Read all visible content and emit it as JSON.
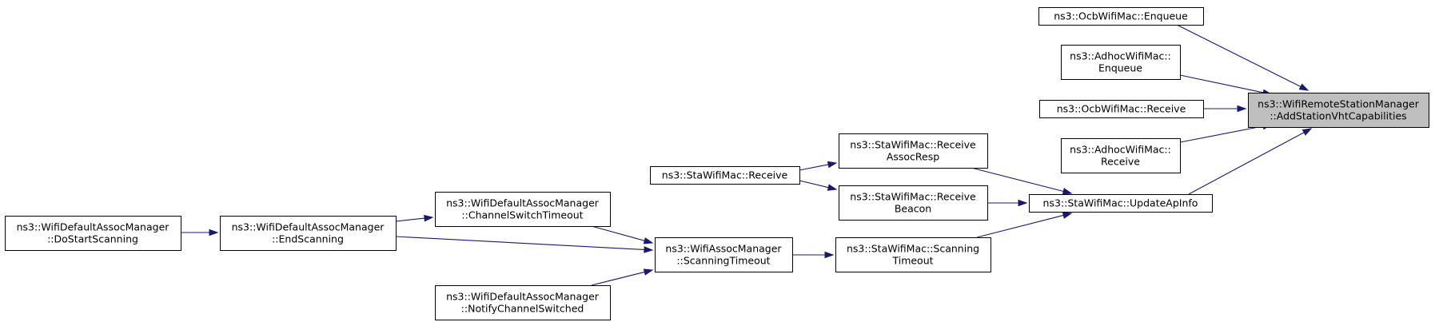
{
  "diagram": {
    "kind": "caller-graph",
    "nodes": [
      {
        "id": "add_vht",
        "lines": [
          "ns3::WifiRemoteStationManager",
          "::AddStationVhtCapabilities"
        ],
        "highlighted": true
      },
      {
        "id": "ocb_enqueue",
        "lines": [
          "ns3::OcbWifiMac::Enqueue"
        ]
      },
      {
        "id": "adhoc_enqueue",
        "lines": [
          "ns3::AdhocWifiMac::",
          "Enqueue"
        ]
      },
      {
        "id": "ocb_receive",
        "lines": [
          "ns3::OcbWifiMac::Receive"
        ]
      },
      {
        "id": "adhoc_receive",
        "lines": [
          "ns3::AdhocWifiMac::",
          "Receive"
        ]
      },
      {
        "id": "update_ap_info",
        "lines": [
          "ns3::StaWifiMac::UpdateApInfo"
        ]
      },
      {
        "id": "receive_assoc_resp",
        "lines": [
          "ns3::StaWifiMac::Receive",
          "AssocResp"
        ]
      },
      {
        "id": "receive_beacon",
        "lines": [
          "ns3::StaWifiMac::Receive",
          "Beacon"
        ]
      },
      {
        "id": "scanning_timeout_sta",
        "lines": [
          "ns3::StaWifiMac::Scanning",
          "Timeout"
        ]
      },
      {
        "id": "sta_receive",
        "lines": [
          "ns3::StaWifiMac::Receive"
        ]
      },
      {
        "id": "assoc_scanning_timeout",
        "lines": [
          "ns3::WifiAssocManager",
          "::ScanningTimeout"
        ]
      },
      {
        "id": "channel_switch_timeout",
        "lines": [
          "ns3::WifiDefaultAssocManager",
          "::ChannelSwitchTimeout"
        ]
      },
      {
        "id": "notify_channel_switched",
        "lines": [
          "ns3::WifiDefaultAssocManager",
          "::NotifyChannelSwitched"
        ]
      },
      {
        "id": "end_scanning",
        "lines": [
          "ns3::WifiDefaultAssocManager",
          "::EndScanning"
        ]
      },
      {
        "id": "do_start_scanning",
        "lines": [
          "ns3::WifiDefaultAssocManager",
          "::DoStartScanning"
        ]
      }
    ],
    "edges": [
      {
        "from": "ocb_enqueue",
        "to": "add_vht"
      },
      {
        "from": "adhoc_enqueue",
        "to": "add_vht"
      },
      {
        "from": "ocb_receive",
        "to": "add_vht"
      },
      {
        "from": "adhoc_receive",
        "to": "add_vht"
      },
      {
        "from": "update_ap_info",
        "to": "add_vht"
      },
      {
        "from": "receive_assoc_resp",
        "to": "update_ap_info"
      },
      {
        "from": "receive_beacon",
        "to": "update_ap_info"
      },
      {
        "from": "scanning_timeout_sta",
        "to": "update_ap_info"
      },
      {
        "from": "sta_receive",
        "to": "receive_assoc_resp"
      },
      {
        "from": "sta_receive",
        "to": "receive_beacon"
      },
      {
        "from": "assoc_scanning_timeout",
        "to": "scanning_timeout_sta"
      },
      {
        "from": "channel_switch_timeout",
        "to": "assoc_scanning_timeout"
      },
      {
        "from": "end_scanning",
        "to": "assoc_scanning_timeout"
      },
      {
        "from": "notify_channel_switched",
        "to": "assoc_scanning_timeout"
      },
      {
        "from": "end_scanning",
        "to": "channel_switch_timeout"
      },
      {
        "from": "do_start_scanning",
        "to": "end_scanning"
      }
    ],
    "colors": {
      "edge": "#191970",
      "node_border": "#000000",
      "node_fill": "#ffffff",
      "highlight_fill": "#bfbfbf"
    }
  }
}
